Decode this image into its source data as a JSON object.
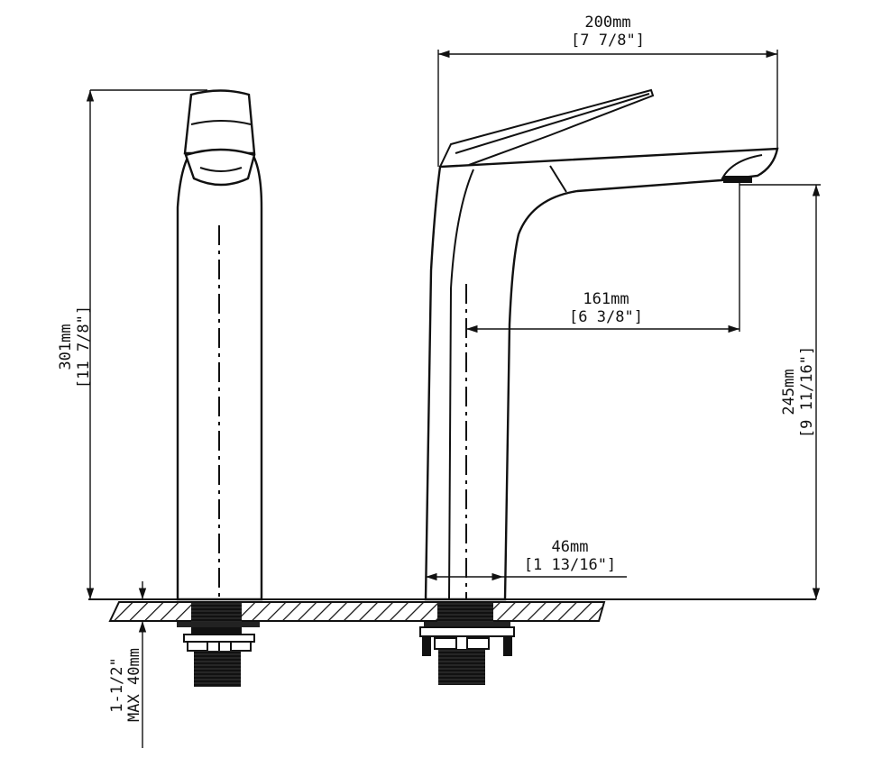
{
  "drawing": {
    "dimensions": {
      "overall_depth": {
        "metric": "200mm",
        "imperial": "[7 7/8\"]"
      },
      "overall_height": {
        "metric": "301mm",
        "imperial": "[11 7/8\"]"
      },
      "spout_reach": {
        "metric": "161mm",
        "imperial": "[6 3/8\"]"
      },
      "spout_height": {
        "metric": "245mm",
        "imperial": "[9 11/16\"]"
      },
      "base_diameter": {
        "metric": "46mm",
        "imperial": "[1 13/16\"]"
      },
      "max_counter_thickness": {
        "imperial": "1-1/2\"",
        "metric": "MAX 40mm"
      }
    },
    "colors": {
      "line": "#111111",
      "background": "#ffffff"
    }
  }
}
